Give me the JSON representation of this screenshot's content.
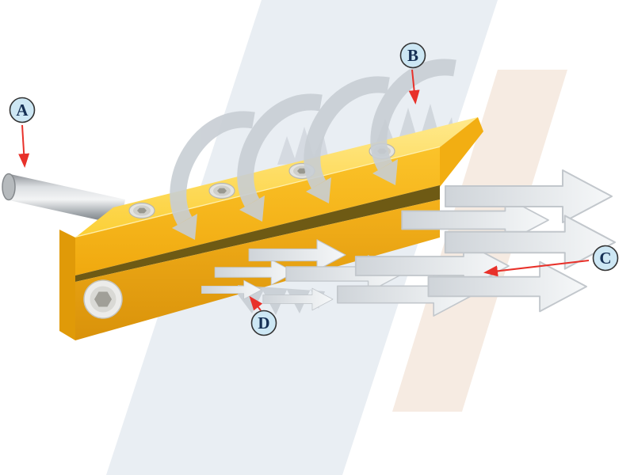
{
  "diagram": {
    "labels": [
      {
        "id": "A",
        "text": "A"
      },
      {
        "id": "B",
        "text": "B"
      },
      {
        "id": "C",
        "text": "C"
      },
      {
        "id": "D",
        "text": "D"
      }
    ],
    "colors": {
      "callout_fill": "#cde7f4",
      "callout_border": "#333333",
      "callout_text": "#163055",
      "pointer_red": "#e8312a",
      "body_yellow_light": "#ffe678",
      "body_yellow": "#fbc42a",
      "body_yellow_dark": "#e39c08",
      "airflow_gray": "#c8ced4",
      "output_arrow_fill": "#e9ecee",
      "background_band_cool": "#e9eef3",
      "background_band_warm": "#f6ebe2",
      "metal_gray": "#b9bdc0"
    }
  }
}
